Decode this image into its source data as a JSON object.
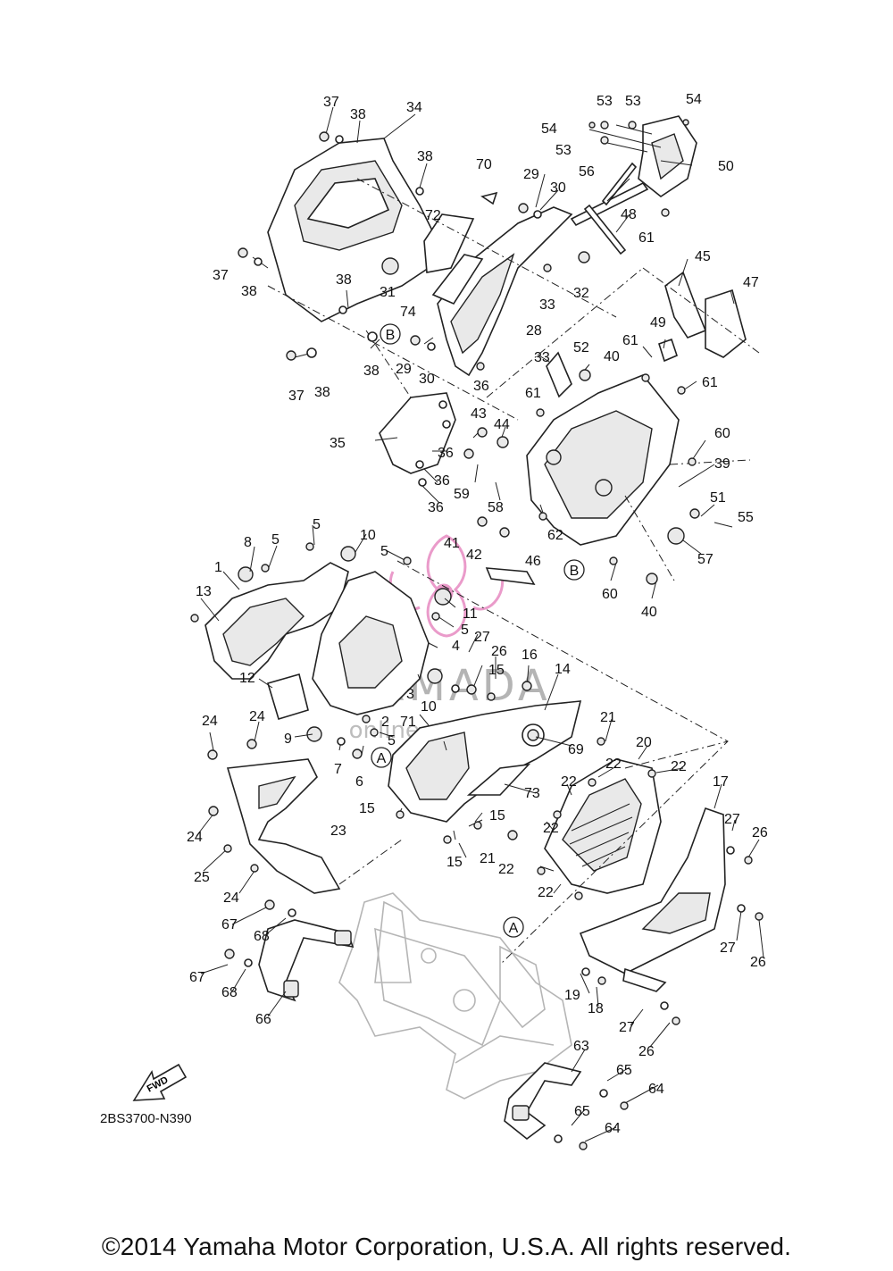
{
  "diagram_code": "2BS3700-N390",
  "copyright": "©2014 Yamaha Motor Corporation, U.S.A. All rights reserved.",
  "fwd_label": "FWD",
  "watermark": {
    "title": "ARMADA",
    "subtitle": "online outboards"
  },
  "ref_markers": [
    "A",
    "B"
  ],
  "callouts": [
    "1",
    "2",
    "3",
    "4",
    "5",
    "6",
    "7",
    "8",
    "9",
    "10",
    "11",
    "12",
    "13",
    "14",
    "15",
    "16",
    "17",
    "18",
    "19",
    "20",
    "21",
    "22",
    "23",
    "24",
    "25",
    "26",
    "27",
    "28",
    "29",
    "30",
    "31",
    "32",
    "33",
    "34",
    "35",
    "36",
    "37",
    "38",
    "39",
    "40",
    "41",
    "42",
    "43",
    "44",
    "45",
    "46",
    "47",
    "48",
    "49",
    "50",
    "51",
    "52",
    "53",
    "54",
    "55",
    "56",
    "57",
    "58",
    "59",
    "60",
    "61",
    "62",
    "63",
    "64",
    "65",
    "66",
    "67",
    "68",
    "69",
    "70",
    "71",
    "72",
    "73",
    "74"
  ]
}
